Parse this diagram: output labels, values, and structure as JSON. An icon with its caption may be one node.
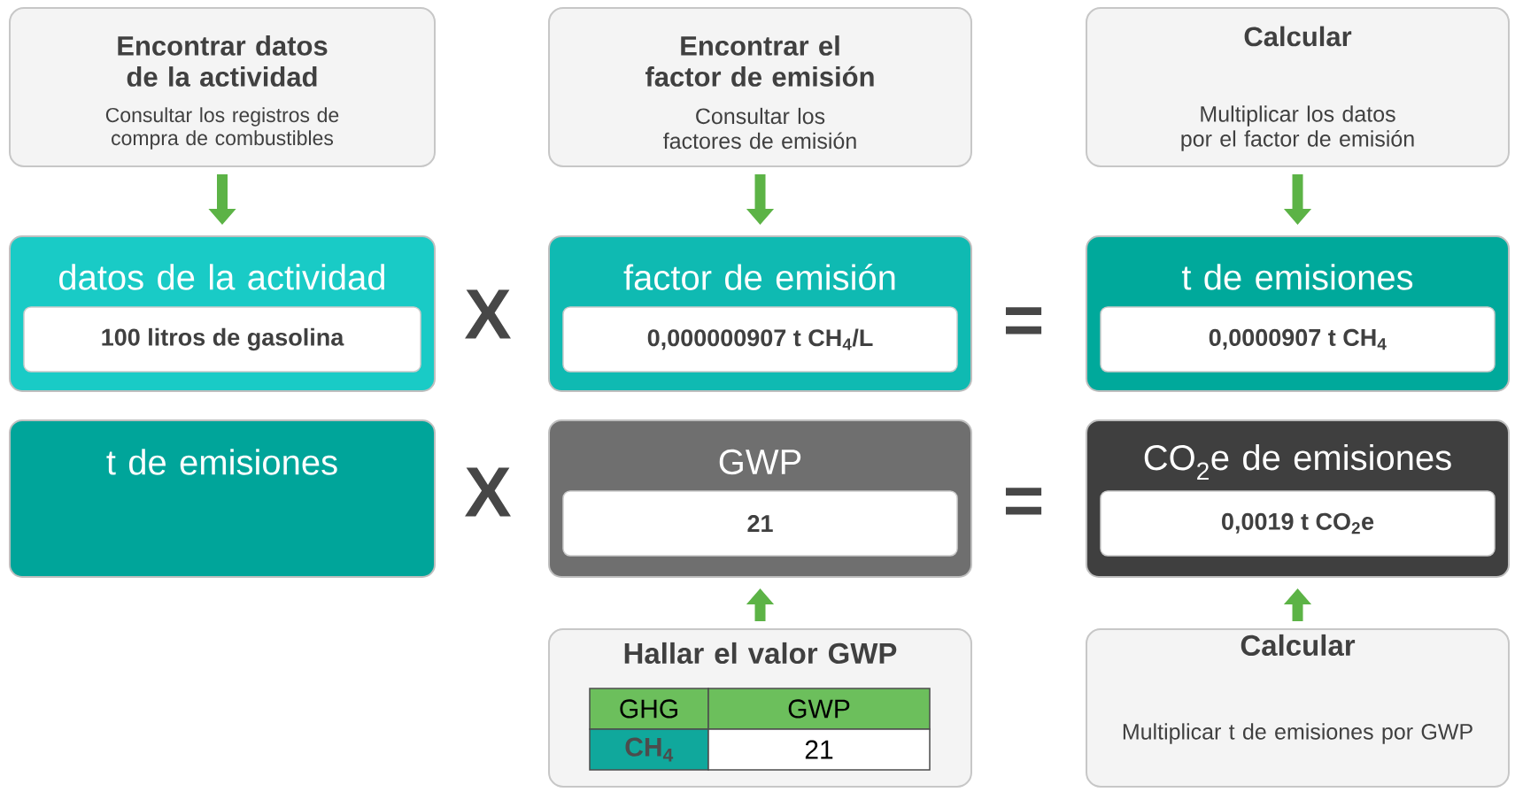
{
  "diagram": {
    "nodes": [
      {
        "text": [
          "Encontrar datos de la actividad",
          "Consultar los registros de compra de combustibles"
        ]
      },
      {
        "text": [
          "Encontrar el factor de emisión",
          "Consultar los factores de emisión"
        ]
      },
      {
        "text": [
          "Calcular",
          "Multiplicar los datos por el factor de emisión"
        ]
      },
      {
        "text": [
          "datos de la actividad"
        ]
      },
      {
        "text": [
          "100 litros de gasolina"
        ],
        "in": 3
      },
      {
        "text": [
          "factor de emisión"
        ]
      },
      {
        "text": [
          "0,000000907 t CH$_{4}$/L"
        ],
        "in": 5
      },
      {
        "text": [
          "t de emisiones"
        ]
      },
      {
        "text": [
          "0,0000907 t CH$_{4}$"
        ],
        "in": 7
      },
      {
        "text": [
          "t de emisiones"
        ]
      },
      {
        "text": [
          "GWP"
        ]
      },
      {
        "text": [
          "21"
        ],
        "in": 10
      },
      {
        "text": [
          "CO$_{2}$e de emisiones"
        ]
      },
      {
        "text": [
          "0,0019 t CO$_{2}$e"
        ],
        "in": 12
      },
      {
        "text": [
          "Hallar el valor GWP"
        ]
      },
      {
        "text": [
          "Calcular",
          "Multiplicar t de emisiones por GWP"
        ]
      }
    ],
    "edges": [
      {
        "from": 0,
        "to": 3,
        "arrow": "to"
      },
      {
        "from": 1,
        "to": 5,
        "arrow": "to"
      },
      {
        "from": 2,
        "to": 7,
        "arrow": "to"
      },
      {
        "from": 14,
        "to": 10,
        "arrow": "to"
      },
      {
        "from": 15,
        "to": 12,
        "arrow": "to"
      }
    ],
    "labels": [
      "X",
      "=",
      "X",
      "=",
      "GHG",
      "GWP",
      "CH$_{4}$",
      "21"
    ]
  }
}
